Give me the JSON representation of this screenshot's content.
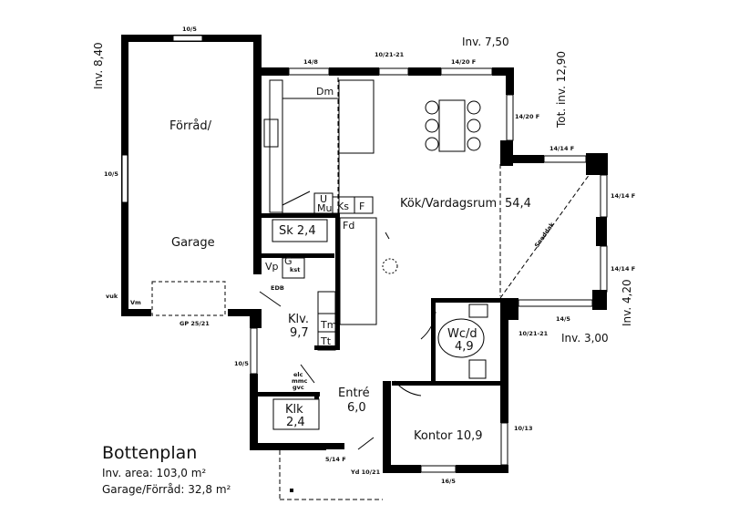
{
  "plan": {
    "title": "Bottenplan",
    "inv_area_label": "Inv. area: 103,0 m²",
    "garage_label": "Garage/Förråd: 32,8 m²",
    "dims": {
      "inv_8_40": "Inv. 8,40",
      "inv_7_50": "Inv. 7,50",
      "tot_inv": "Tot. inv. 12,90",
      "inv_4_20": "Inv. 4,20",
      "inv_3_00": "Inv. 3,00"
    },
    "rooms": {
      "forrad": "Förråd/",
      "garage": "Garage",
      "kok_vardagsrum": "Kök/Vardagsrum",
      "kok_area": "54,4",
      "sk": "Sk 2,4",
      "klv": "Klv.",
      "klv_area": "9,7",
      "wc_d": "Wc/d",
      "wc_area": "4,9",
      "entre": "Entré",
      "entre_area": "6,0",
      "klk": "Klk",
      "klk_area": "2,4",
      "kontor": "Kontor 10,9"
    },
    "fixtures": {
      "dm": "Dm",
      "u": "U",
      "mu": "Mu",
      "ks": "Ks",
      "f": "F",
      "fd": "Fd",
      "vp": "Vp",
      "g": "G",
      "kst": "kst",
      "tm": "Tm",
      "tt": "Tt",
      "elc": "elc",
      "mmc": "mmc",
      "gvc": "gvc",
      "edb": "EDB",
      "vuk": "vuk",
      "vm": "Vm",
      "soffit": "Sneddak"
    },
    "openings": {
      "w_10_5_top": "10/5",
      "w_10_5_left": "10/5",
      "w_14_8": "14/8",
      "w_10_21_21_top": "10/21-21",
      "w_14_20f_top": "14/20 F",
      "w_14_20f_right": "14/20 F",
      "w_14_14f_a": "14/14 F",
      "w_14_14f_b": "14/14 F",
      "w_14_14f_c": "14/14 F",
      "w_14_5": "14/5",
      "w_10_21_21_wc": "10/21-21",
      "w_gp": "GP 25/21",
      "w_10_5_lower": "10/5",
      "w_10_13": "10/13",
      "w_16_5": "16/5",
      "w_5_14f": "5/14 F",
      "w_yd": "Yd 10/21"
    }
  }
}
